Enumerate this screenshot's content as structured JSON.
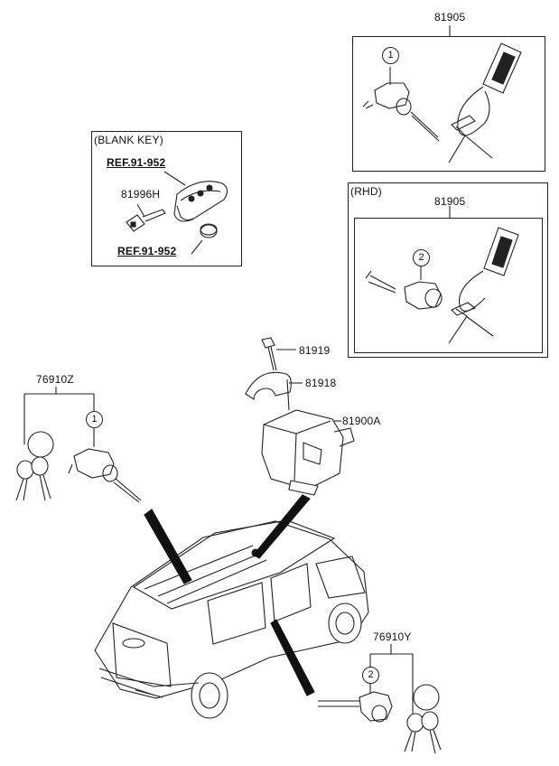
{
  "parts": {
    "p81905_top": "81905",
    "p81905_rhd": "81905",
    "p81996H": "81996H",
    "p81919": "81919",
    "p81918": "81918",
    "p81900A": "81900A",
    "p76910Z": "76910Z",
    "p76910Y": "76910Y"
  },
  "boxes": {
    "blank_key": "(BLANK KEY)",
    "rhd": "(RHD)"
  },
  "refs": {
    "ref_upper": "REF.91-952",
    "ref_lower": "REF.91-952"
  },
  "callouts": {
    "top_box": "1",
    "rhd_box": "2",
    "left_group": "1",
    "right_group": "2"
  }
}
